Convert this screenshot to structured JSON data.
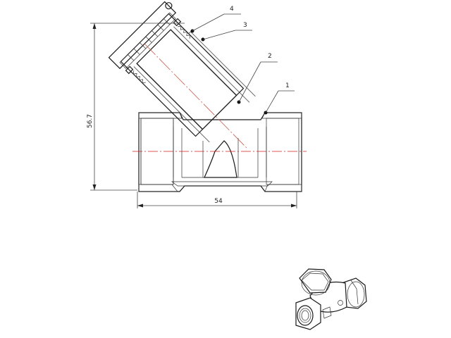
{
  "drawing": {
    "subject": "Y-strainer cross-section",
    "dimensions": {
      "height_label": "56.7",
      "width_label": "54"
    },
    "callouts": [
      {
        "id": "1",
        "label": "1"
      },
      {
        "id": "2",
        "label": "2"
      },
      {
        "id": "3",
        "label": "3"
      },
      {
        "id": "4",
        "label": "4"
      }
    ],
    "colors": {
      "line": "#1a1a1a",
      "centerline": "#d12020",
      "background": "#ffffff"
    }
  }
}
